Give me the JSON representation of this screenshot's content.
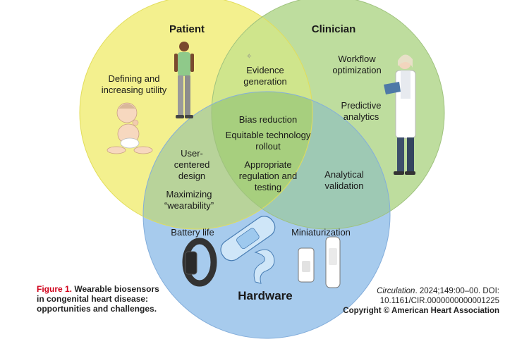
{
  "circles": {
    "patient": {
      "title": "Patient",
      "color": "#f3f08e"
    },
    "clinician": {
      "title": "Clinician",
      "color": "#bedd9e"
    },
    "hardware": {
      "title": "Hardware",
      "color": "#a7cbed"
    }
  },
  "labels": {
    "defining": "Defining and\nincreasing utility",
    "workflow": "Workflow\noptimization",
    "predictive": "Predictive\nanalytics",
    "evidence": "Evidence\ngeneration",
    "bias": "Bias reduction",
    "equitable": "Equitable technology\nrollout",
    "regulation": "Appropriate\nregulation and\ntesting",
    "user_centered": "User-\ncentered\ndesign",
    "maximizing": "Maximizing\n“wearability”",
    "analytical": "Analytical\nvalidation",
    "battery": "Battery life",
    "miniaturization": "Miniaturization"
  },
  "caption": {
    "figure": "Figure 1.",
    "text": " Wearable biosensors\nin congenital heart disease:\nopportunities and challenges."
  },
  "credit": {
    "journal": "Circulation",
    "citation": ". 2024;149:00–00. DOI:",
    "doi": "10.1161/CIR.0000000000001225",
    "copyright": "Copyright © American Heart Association"
  },
  "colors": {
    "overlap_pc": "#cfe58c",
    "overlap_ph": "#b8d39a",
    "overlap_ch": "#9ec9b4",
    "overlap_all": "#a7cf7e",
    "caption_red": "#d0021b"
  },
  "icons": [
    "person-patient-icon",
    "baby-icon",
    "clinician-icon",
    "band-aid-patch-icon",
    "fitness-band-icon",
    "clip-sensor-icon"
  ]
}
